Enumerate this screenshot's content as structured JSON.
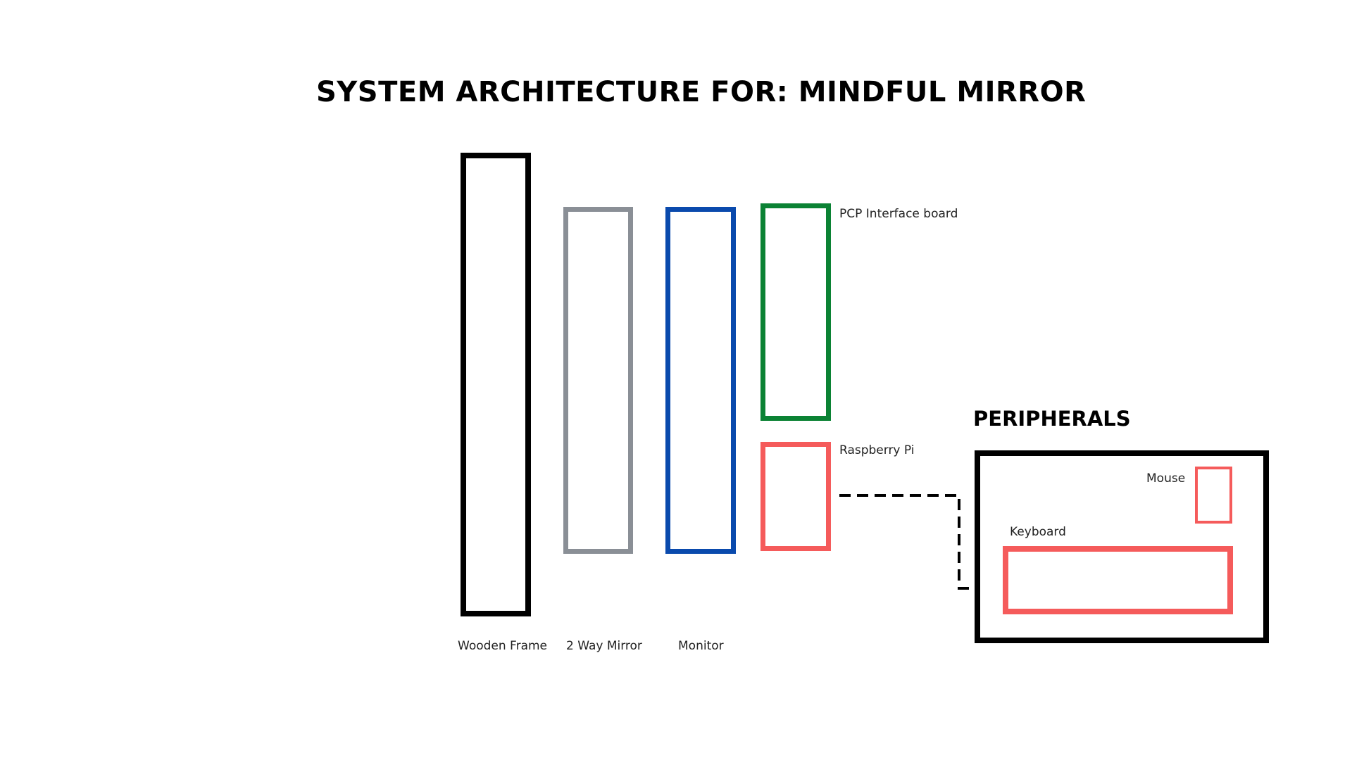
{
  "title": "SYSTEM ARCHITECTURE FOR: MINDFUL MIRROR",
  "components": {
    "wooden_frame": {
      "label": "Wooden Frame",
      "color": "#000000"
    },
    "two_way_mirror": {
      "label": "2 Way Mirror",
      "color": "#8a8f96"
    },
    "monitor": {
      "label": "Monitor",
      "color": "#0a4aad"
    },
    "pcp_board": {
      "label": "PCP Interface board",
      "color": "#0b8234"
    },
    "raspberry_pi": {
      "label": "Raspberry Pi",
      "color": "#f55b5b"
    }
  },
  "peripherals": {
    "heading": "PERIPHERALS",
    "mouse": {
      "label": "Mouse",
      "color": "#f55b5b"
    },
    "keyboard": {
      "label": "Keyboard",
      "color": "#f55b5b"
    }
  }
}
